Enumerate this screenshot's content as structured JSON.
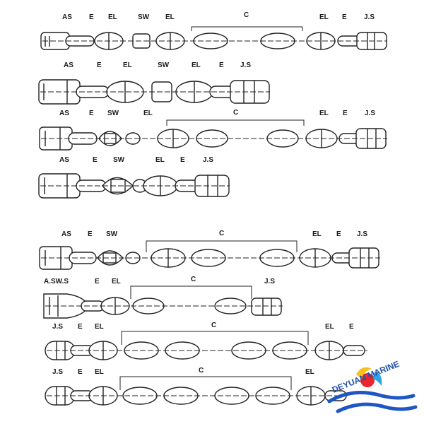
{
  "rows": [
    {
      "labels": [
        "AS",
        "E",
        "EL",
        "SW",
        "EL",
        "C",
        "EL",
        "E",
        "J.S"
      ]
    },
    {
      "labels": [
        "AS",
        "E",
        "EL",
        "SW",
        "EL",
        "E",
        "J.S"
      ]
    },
    {
      "labels": [
        "AS",
        "E",
        "SW",
        "EL",
        "C",
        "EL",
        "E",
        "J.S"
      ]
    },
    {
      "labels": [
        "AS",
        "E",
        "SW",
        "EL",
        "E",
        "J.S"
      ]
    },
    {
      "labels": [
        "AS",
        "E",
        "SW",
        "C",
        "EL",
        "E",
        "J.S"
      ]
    },
    {
      "labels": [
        "A.SW.S",
        "E",
        "EL",
        "C",
        "J.S"
      ]
    },
    {
      "labels": [
        "J.S",
        "E",
        "EL",
        "C",
        "EL",
        "E"
      ]
    },
    {
      "labels": [
        "J.S",
        "E",
        "EL",
        "C",
        "EL"
      ]
    }
  ],
  "watermark": {
    "text": "DEYUAN MARINE"
  },
  "colors": {
    "line": "#222222",
    "watermark_text": "#1f4fa3",
    "wave": "#1e56c4",
    "sun_red": "#e8262d",
    "sun_yellow": "#f6c21a",
    "sun_blue": "#2aa6e0"
  }
}
